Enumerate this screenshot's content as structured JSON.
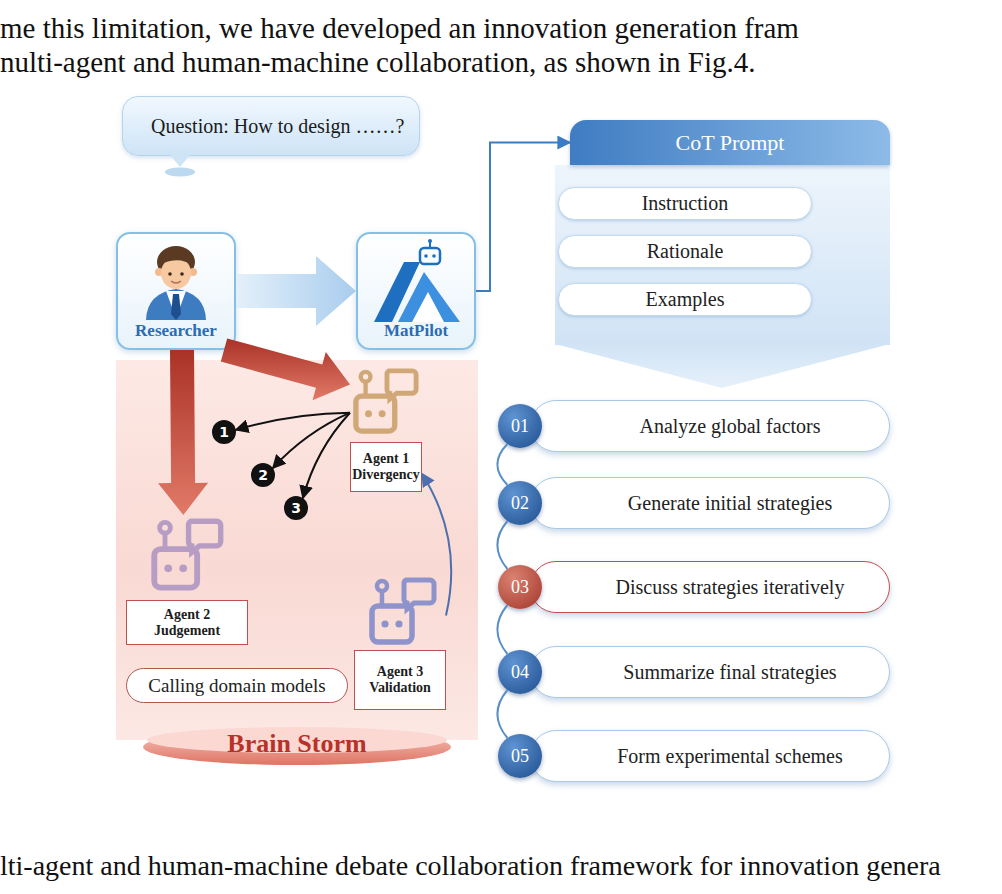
{
  "diagram": {
    "caption": "lti-agent and human-machine debate collaboration framework for innovation genera",
    "nodes": [
      {
        "text": [
          "Question: How to design ……?"
        ]
      },
      {
        "text": [
          "Researcher"
        ]
      },
      {
        "text": [
          "MatPilot"
        ]
      },
      {
        "text": [
          "CoT Prompt"
        ]
      },
      {
        "text": [
          "Instruction"
        ],
        "in": 3
      },
      {
        "text": [
          "Rationale"
        ],
        "in": 3
      },
      {
        "text": [
          "Examples"
        ],
        "in": 3
      },
      {
        "text": [
          "Brain Storm"
        ]
      },
      {
        "text": [
          "1"
        ],
        "in": 7
      },
      {
        "text": [
          "2"
        ],
        "in": 7
      },
      {
        "text": [
          "3"
        ],
        "in": 7
      },
      {
        "text": [
          "Agent 1 Divergency"
        ],
        "in": 7
      },
      {
        "text": [
          "Agent 2 Judgement"
        ],
        "in": 7
      },
      {
        "text": [
          "Agent 3 Validation"
        ],
        "in": 7
      },
      {
        "text": [
          "Calling domain models"
        ],
        "in": 7
      },
      {
        "text": [
          "01"
        ]
      },
      {
        "text": [
          "Analyze global factors"
        ]
      },
      {
        "text": [
          "02"
        ]
      },
      {
        "text": [
          "Generate initial strategies"
        ]
      },
      {
        "text": [
          "03"
        ]
      },
      {
        "text": [
          "Discuss strategies iteratively"
        ]
      },
      {
        "text": [
          "04"
        ]
      },
      {
        "text": [
          "Summarize final strategies"
        ]
      },
      {
        "text": [
          "05"
        ]
      },
      {
        "text": [
          "Form experimental schemes"
        ]
      }
    ],
    "edges": [
      {
        "from": 1,
        "to": 2,
        "arrow": "to"
      },
      {
        "from": 2,
        "to": 3,
        "arrow": "to"
      },
      {
        "from": 1,
        "to": 12,
        "arrow": "to"
      },
      {
        "from": 1,
        "to": 11,
        "arrow": "to"
      },
      {
        "from": 11,
        "to": 8,
        "arrow": "to"
      },
      {
        "from": 11,
        "to": 9,
        "arrow": "to"
      },
      {
        "from": 11,
        "to": 10,
        "arrow": "to"
      },
      {
        "from": 13,
        "to": 11,
        "arrow": "to"
      },
      {
        "from": 15,
        "to": 17,
        "arrow": "none"
      },
      {
        "from": 17,
        "to": 19,
        "arrow": "none"
      },
      {
        "from": 19,
        "to": 21,
        "arrow": "none"
      },
      {
        "from": 21,
        "to": 23,
        "arrow": "none"
      }
    ],
    "labels": [
      "me this limitation, we have developed an innovation generation fram",
      "nulti-agent and human-machine collaboration, as shown in Fig.4."
    ]
  }
}
